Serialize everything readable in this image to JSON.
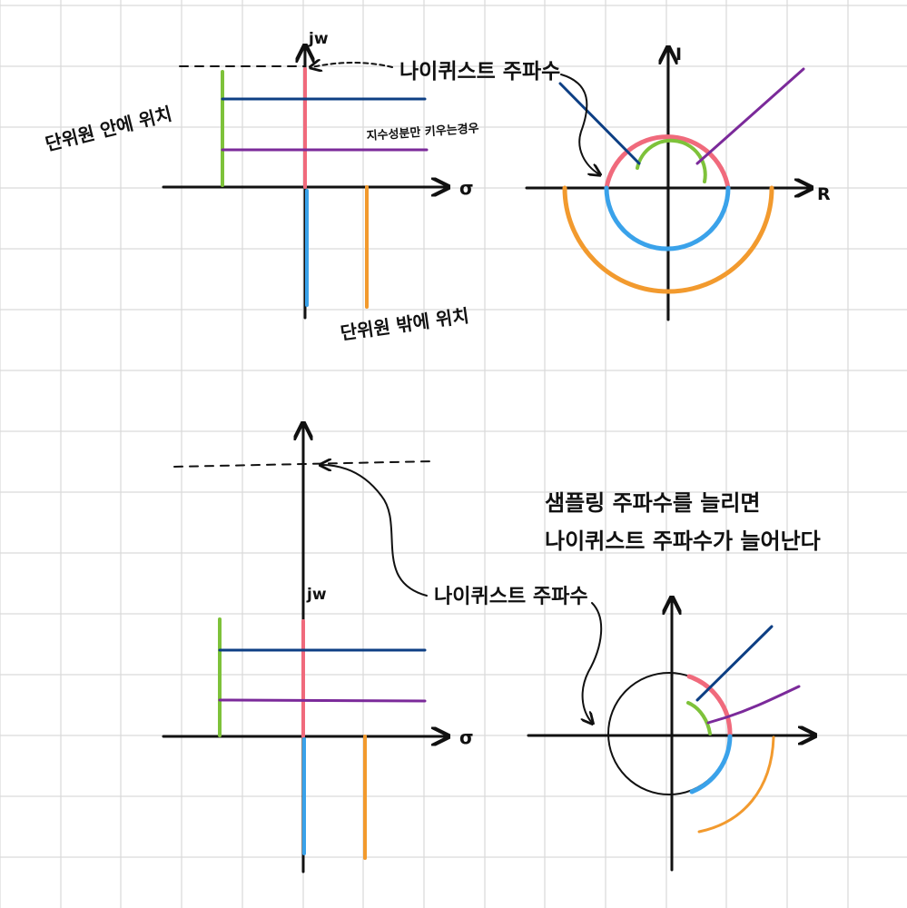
{
  "colors": {
    "grid": "#d9d9d9",
    "ink": "#111111",
    "green": "#7ec23a",
    "pink": "#f06a7c",
    "navy": "#0d3f84",
    "purple": "#7b2a9a",
    "blue": "#3aa2ea",
    "orange": "#f29a2e"
  },
  "top": {
    "s_plane": {
      "axis_vertical_label": "jw",
      "axis_horizontal_label": "σ",
      "nyquist_label": "나이퀴스트 주파수",
      "inside_label": "단위원 안에 위치",
      "outside_label": "단위원 밖에 위치",
      "exponent_label": "지수성분만 키우는경우"
    },
    "z_plane": {
      "axis_imag_label": "I",
      "axis_real_label": "R"
    }
  },
  "bottom": {
    "s_plane": {
      "axis_vertical_label": "jw",
      "axis_horizontal_label": "σ",
      "nyquist_label": "나이퀴스트 주파수"
    },
    "note_line1": "샘플링 주파수를 늘리면",
    "note_line2": "나이퀴스트 주파수가 늘어난다"
  }
}
